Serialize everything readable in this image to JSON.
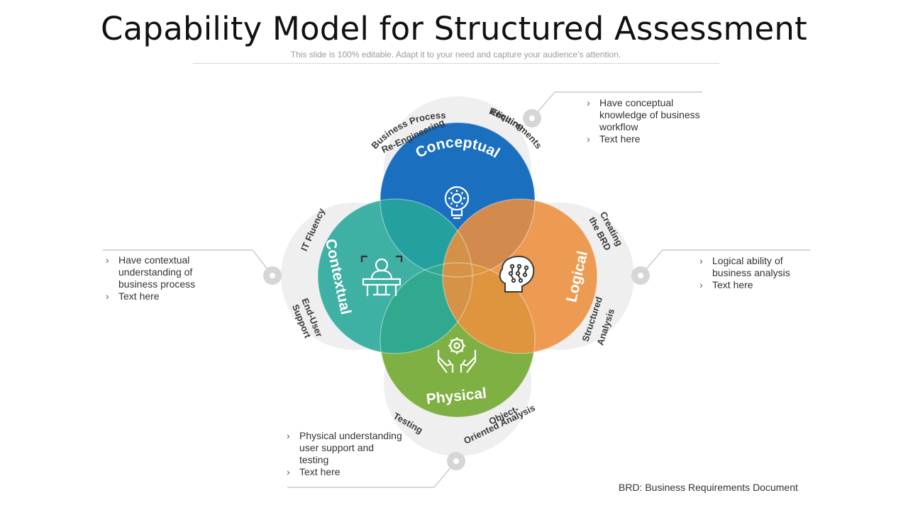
{
  "header": {
    "title": "Capability Model for Structured Assessment",
    "subtitle": "This slide is 100% editable. Adapt it to your need and capture your audience’s attention."
  },
  "petals": {
    "conceptual": {
      "label": "Conceptual",
      "color": "#1a6fbf"
    },
    "logical": {
      "label": "Logical",
      "color": "#ed8f3d"
    },
    "physical": {
      "label": "Physical",
      "color": "#7fb043"
    },
    "contextual": {
      "label": "Contextual",
      "color": "#25a79a"
    }
  },
  "ring_labels": {
    "bpr_1": "Business Process",
    "bpr_2": "Re-Engineering",
    "elicit_1": "Eliciting",
    "elicit_2": "Requirements",
    "brd_1": "Creating",
    "brd_2": "the BRD",
    "struct_1": "Structured",
    "struct_2": "Analysis",
    "ooa_1": "Object-",
    "ooa_2": "Oriented Analysis",
    "testing": "Testing",
    "eus_1": "End-User",
    "eus_2": "Support",
    "it_fluency": "IT Fluency"
  },
  "icons": {
    "conceptual": "lightbulb-gear-icon",
    "logical": "head-circuit-icon",
    "physical": "hands-gear-icon",
    "contextual": "person-at-desk-icon"
  },
  "notes": {
    "top_right": [
      "Have conceptual knowledge of business workflow",
      "Text here"
    ],
    "left": [
      "Have contextual understanding of business process",
      "Text here"
    ],
    "right": [
      "Logical ability of business analysis",
      "Text here"
    ],
    "bottom": [
      "Physical understanding user support and testing",
      "Text here"
    ]
  },
  "footnote": "BRD: Business Requirements Document"
}
